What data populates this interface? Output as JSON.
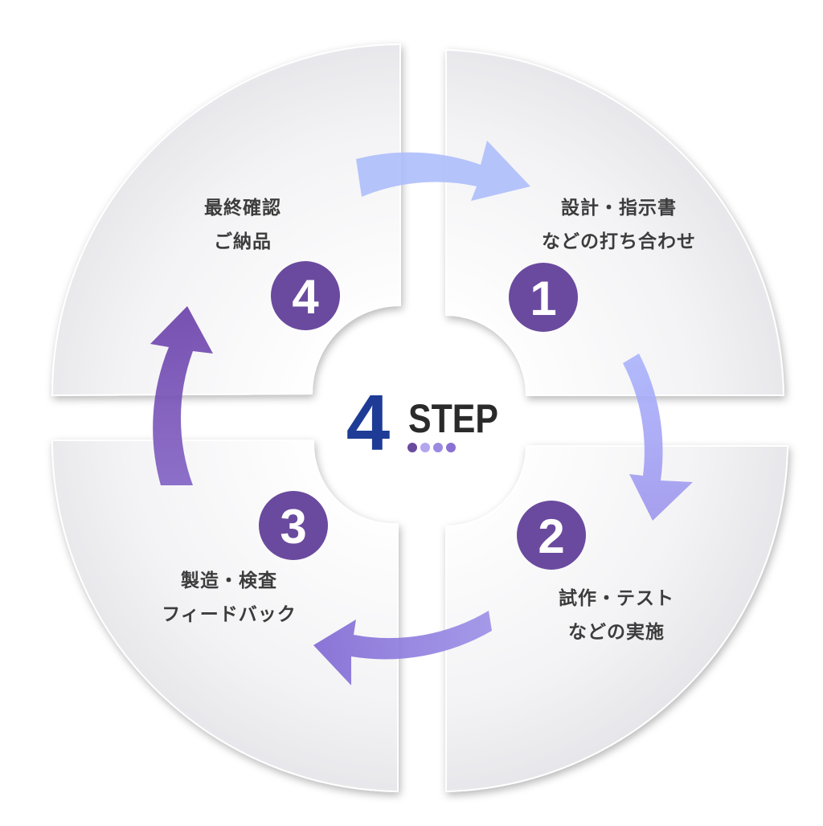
{
  "center": {
    "number": "4",
    "word": "STEP",
    "dots": 4
  },
  "steps": [
    {
      "number": "1",
      "line1": "設計・指示書",
      "line2": "などの打ち合わせ"
    },
    {
      "number": "2",
      "line1": "試作・テスト",
      "line2": "などの実施"
    },
    {
      "number": "3",
      "line1": "製造・検査",
      "line2": "フィードバック"
    },
    {
      "number": "4",
      "line1": "最終確認",
      "line2": "ご納品"
    }
  ],
  "colors": {
    "badge": "#6a4a9e",
    "center_number": "#1e3c96",
    "center_word": "#2a2a2a",
    "arrow_top": "#b0bdfc",
    "arrow_right": "#9c9ff0",
    "arrow_bottom": "#8a72d8",
    "arrow_left": "#6e46ae"
  }
}
